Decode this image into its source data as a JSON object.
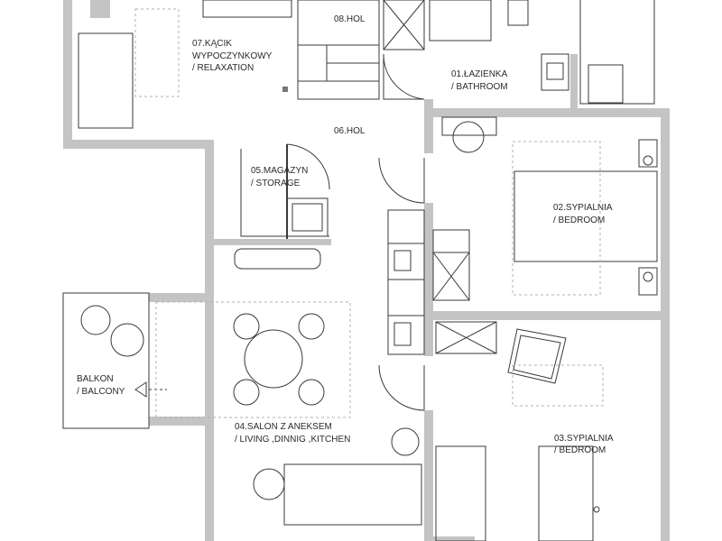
{
  "colors": {
    "wall": "#c4c4c4",
    "line": "#3a3a3a",
    "dashed": "#b0b0b0",
    "text": "#2a2a2a"
  },
  "rooms": {
    "bathroom": {
      "line1": "01.ŁAZIENKA",
      "line2": "/ BATHROOM"
    },
    "bedroom1": {
      "line1": "02.SYPIALNIA",
      "line2": "/ BEDROOM"
    },
    "bedroom2": {
      "line1": "03.SYPIALNIA",
      "line2": "/ BEDROOM"
    },
    "living": {
      "line1": "04.SALON Z ANEKSEM",
      "line2": "/ LIVING ,DINNIG ,KITCHEN"
    },
    "storage": {
      "line1": "05.MAGAZYN",
      "line2": "/ STORAGE"
    },
    "hall": {
      "line1": "06.HOL"
    },
    "hall2": {
      "line1": "08.HOL"
    },
    "relax": {
      "line1": "07.KĄCIK",
      "line2": "WYPOCZYNKOWY",
      "line3": "/ RELAXATION"
    },
    "balcony": {
      "line1": "BALKON",
      "line2": "/ BALCONY"
    }
  }
}
